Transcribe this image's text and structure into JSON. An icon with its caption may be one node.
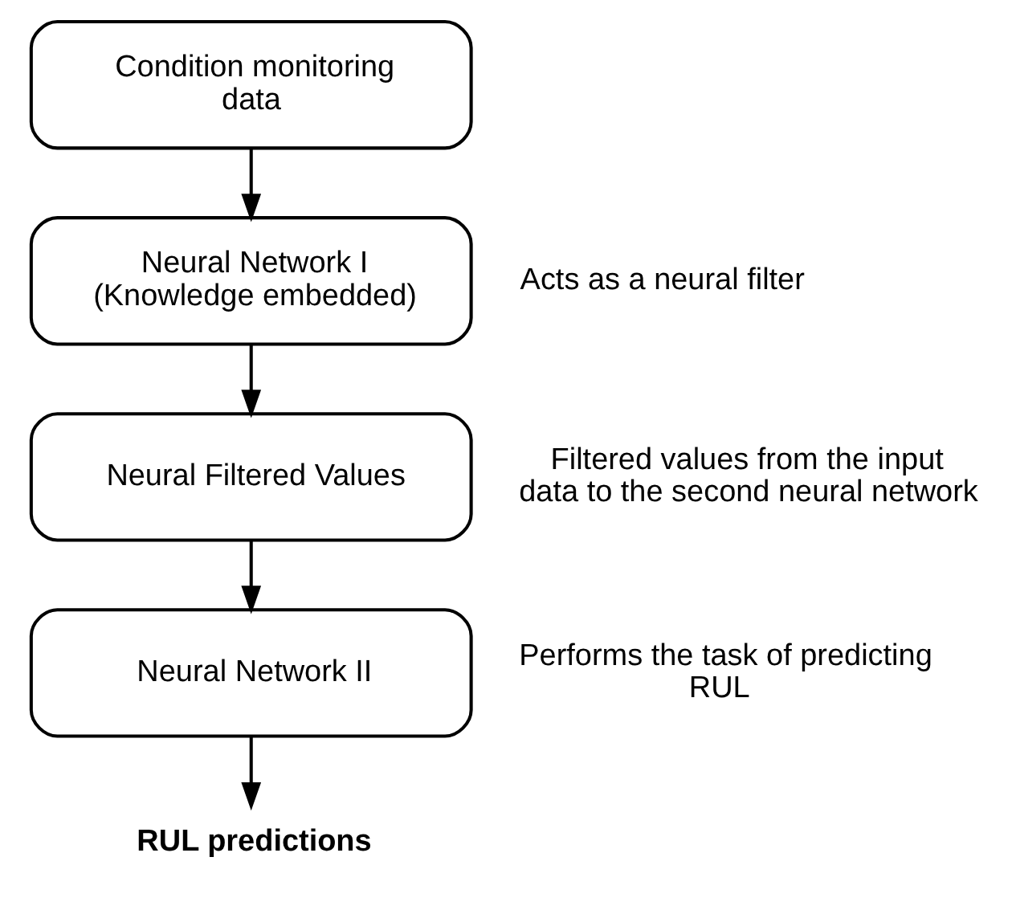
{
  "diagram": {
    "nodes": [
      {
        "text": [
          "Condition monitoring data"
        ]
      },
      {
        "text": [
          "Neural Network I (Knowledge embedded)"
        ],
        "beside": [
          "Acts as a neural filter"
        ]
      },
      {
        "text": [
          "Neural Filtered Values"
        ],
        "beside": [
          "Filtered values from the input data to the second neural network"
        ]
      },
      {
        "text": [
          "Neural Network II"
        ],
        "beside": [
          "Performs the task of predicting RUL"
        ]
      },
      {
        "text": [
          "RUL predictions"
        ]
      }
    ],
    "edges": [
      {
        "from": 0,
        "to": 1,
        "arrow": "to"
      },
      {
        "from": 1,
        "to": 2,
        "arrow": "to"
      },
      {
        "from": 2,
        "to": 3,
        "arrow": "to"
      },
      {
        "from": 3,
        "to": 4,
        "arrow": "to"
      }
    ]
  }
}
